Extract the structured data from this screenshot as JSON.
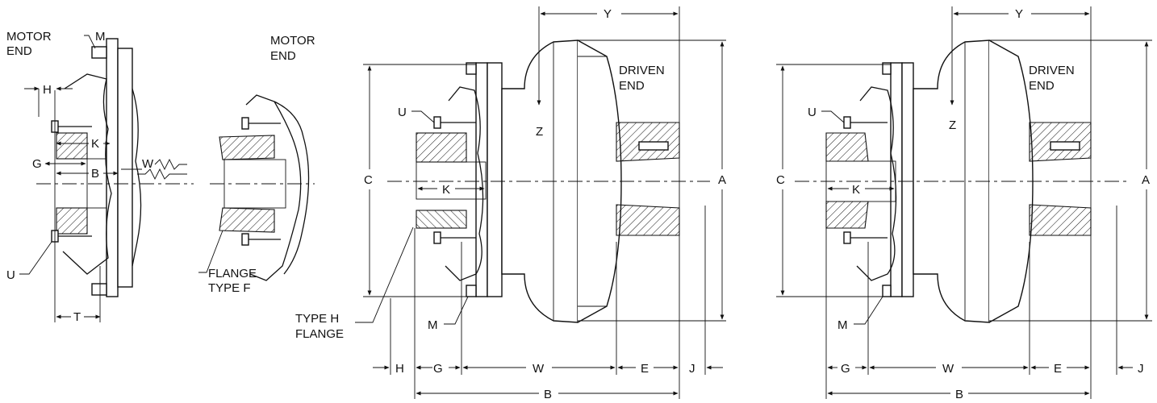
{
  "labels": {
    "motor_end": [
      "MOTOR",
      "END"
    ],
    "driven_end": [
      "DRIVEN",
      "END"
    ],
    "flange_type_f": [
      "FLANGE",
      "TYPE F"
    ],
    "type_h_flange": [
      "TYPE H",
      "FLANGE"
    ],
    "dims": {
      "A": "A",
      "B": "B",
      "C": "C",
      "E": "E",
      "G": "G",
      "H": "H",
      "J": "J",
      "K": "K",
      "M": "M",
      "T": "T",
      "U": "U",
      "W": "W",
      "Y": "Y",
      "Z": "Z"
    }
  }
}
